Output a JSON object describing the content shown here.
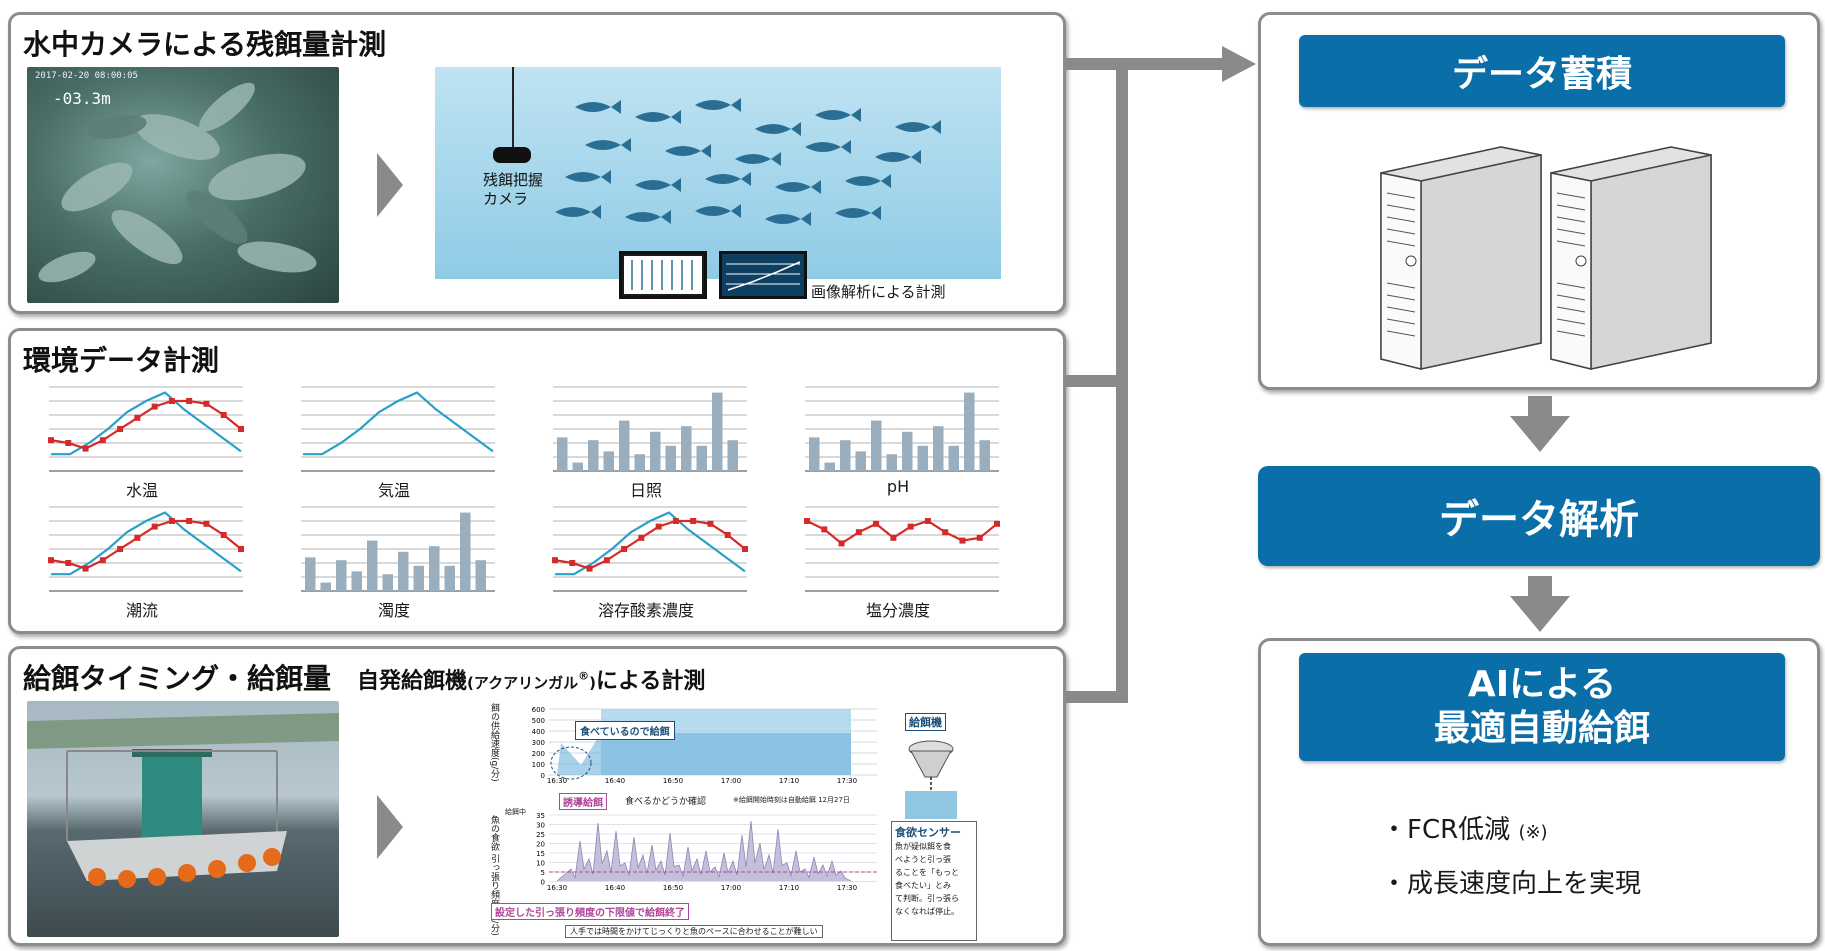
{
  "panels": {
    "underwater": {
      "title": "水中カメラによる残餌量計測",
      "photo_timestamp": "2017-02-20  08:00:05",
      "photo_depth": "-03.3m",
      "camera_label_1": "残餌把握",
      "camera_label_2": "カメラ",
      "analysis_label": "画像解析による計測"
    },
    "environment": {
      "title": "環境データ計測",
      "charts": [
        "水温",
        "気温",
        "日照",
        "pH",
        "潮流",
        "濁度",
        "溶存酸素濃度",
        "塩分濃度"
      ]
    },
    "feeding": {
      "title": "給餌タイミング・給餌量",
      "subtitle_pre": "自発給餌機",
      "subtitle_paren": "(アクアリンガル",
      "subtitle_reg": "®",
      "subtitle_close": ")",
      "subtitle_post": "による計測",
      "top_chart_ylabel": "餌の供給速度(g/分)",
      "top_banner": "食べているので給餌",
      "top_note": "※給餌開始時刻は自動給餌 12月27日",
      "lure_label": "誘導給餌",
      "lure_note": "食べるかどうか確認",
      "bottom_ylabel": "魚の食欲 引っ張り頻度(回/分)",
      "bottom_ylabel2": "給餌中",
      "stop_label": "設定した引っ張り頻度の下限値で給餌終了",
      "human_note": "人手では時間をかけてじっくりと魚のペースに合わせることが難しい",
      "feeder_label": "給餌機",
      "sensor_title": "食欲センサー",
      "sensor_text": [
        "魚が疑似餌を食",
        "べようと引っ張",
        "ることを「もっと",
        "食べたい」とみ",
        "て判断。引っ張ら",
        "なくなれば停止。"
      ],
      "time_ticks": [
        "16:30",
        "16:40",
        "16:50",
        "17:00",
        "17:10",
        "17:30"
      ],
      "top_yticks": [
        "600",
        "500",
        "400",
        "300",
        "200",
        "100",
        "0"
      ],
      "bottom_yticks": [
        "35",
        "30",
        "25",
        "20",
        "15",
        "10",
        "5",
        "0"
      ]
    }
  },
  "right": {
    "storage": "データ蓄積",
    "analysis": "データ解析",
    "ai_line1": "AIによる",
    "ai_line2": "最適自動給餌",
    "bullet1": "・FCR低減",
    "bullet1_note": "(※)",
    "bullet2": "・成長速度向上を実現"
  },
  "colors": {
    "accent_blue": "#0a6ea8",
    "connector_gray": "#8a8a8a",
    "line_red": "#d42a2a",
    "line_cyan": "#2aa0c8",
    "bar_steel": "#9aaebd"
  },
  "chart_data": [
    {
      "type": "line",
      "title": "水温",
      "ylim": [
        0,
        30
      ],
      "series": [
        {
          "values": [
            6,
            6,
            10,
            15,
            21,
            25,
            28,
            22,
            17,
            12,
            7
          ]
        },
        {
          "values": [
            11,
            10,
            8,
            11,
            15,
            19,
            23,
            25,
            25,
            24,
            20,
            15
          ]
        }
      ]
    },
    {
      "type": "line",
      "title": "気温",
      "ylim": [
        0,
        30
      ],
      "series": [
        {
          "values": [
            6,
            6,
            10,
            15,
            21,
            25,
            28,
            22,
            17,
            12,
            7
          ]
        }
      ]
    },
    {
      "type": "bar",
      "title": "日照",
      "ylim": [
        0,
        30
      ],
      "values": [
        12,
        3,
        11,
        7,
        18,
        6,
        14,
        9,
        16,
        9,
        28,
        11
      ]
    },
    {
      "type": "bar",
      "title": "pH",
      "ylim": [
        0,
        30
      ],
      "values": [
        12,
        3,
        11,
        7,
        18,
        6,
        14,
        9,
        16,
        9,
        28,
        11
      ]
    },
    {
      "type": "line",
      "title": "潮流",
      "ylim": [
        0,
        30
      ],
      "series": [
        {
          "values": [
            6,
            6,
            10,
            15,
            21,
            25,
            28,
            22,
            17,
            12,
            7
          ]
        },
        {
          "values": [
            11,
            10,
            8,
            11,
            15,
            19,
            23,
            25,
            25,
            24,
            20,
            15
          ]
        }
      ]
    },
    {
      "type": "bar",
      "title": "濁度",
      "ylim": [
        0,
        30
      ],
      "values": [
        12,
        3,
        11,
        7,
        18,
        6,
        14,
        9,
        16,
        9,
        28,
        11
      ]
    },
    {
      "type": "line",
      "title": "溶存酸素濃度",
      "ylim": [
        0,
        30
      ],
      "series": [
        {
          "values": [
            6,
            6,
            10,
            15,
            21,
            25,
            28,
            22,
            17,
            12,
            7
          ]
        },
        {
          "values": [
            11,
            10,
            8,
            11,
            15,
            19,
            23,
            25,
            25,
            24,
            20,
            15
          ]
        }
      ]
    },
    {
      "type": "line",
      "title": "塩分濃度",
      "ylim": [
        0,
        30
      ],
      "series": [
        {
          "values": [
            25,
            22,
            17,
            21,
            24,
            19,
            23,
            25,
            21,
            18,
            19,
            24
          ]
        }
      ]
    }
  ]
}
